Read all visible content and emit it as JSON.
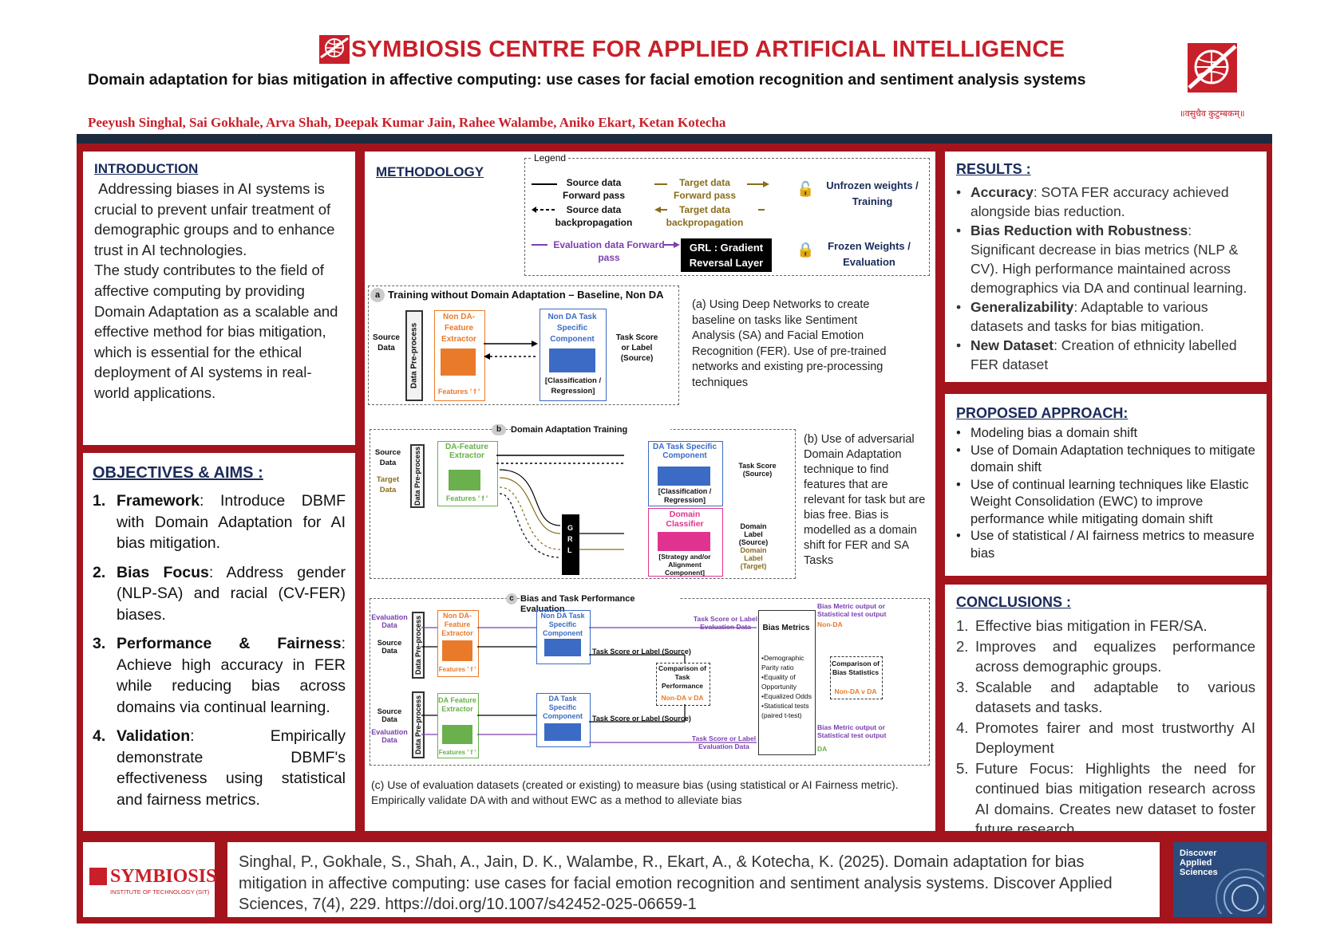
{
  "header": {
    "institute": "SYMBIOSIS CENTRE FOR APPLIED ARTIFICIAL INTELLIGENCE",
    "paper_title": "Domain adaptation for bias mitigation in affective computing: use cases for facial emotion recognition and sentiment analysis systems",
    "authors": "Peeyush Singhal, Sai Gokhale, Arva Shah, Deepak Kumar Jain, Rahee Walambe, Aniko Ekart, Ketan Kotecha",
    "logo_tagline": "॥वसुधैव कुटुम्बकम्॥"
  },
  "introduction": {
    "heading": "INTRODUCTION",
    "p1": " Addressing biases in AI systems is crucial to prevent unfair treatment of demographic groups and to enhance trust in AI technologies.",
    "p2": "The study contributes to the field of affective computing by providing Domain Adaptation as a scalable and effective method for bias mitigation, which is essential for the ethical deployment of AI systems in real-world applications."
  },
  "objectives": {
    "heading": "OBJECTIVES & AIMS :",
    "items": [
      {
        "num": "1.",
        "title": "Framework",
        "text": ": Introduce DBMF with Domain Adaptation for AI bias mitigation."
      },
      {
        "num": "2.",
        "title": "Bias Focus",
        "text": ": Address gender (NLP-SA) and racial (CV-FER) biases."
      },
      {
        "num": "3.",
        "title": "Performance & Fairness",
        "text": ": Achieve high accuracy in FER while reducing bias across domains via continual learning."
      },
      {
        "num": "4.",
        "title": "Validation",
        "text": ": Empirically demonstrate DBMF's effectiveness using statistical and fairness metrics."
      }
    ]
  },
  "methodology": {
    "heading": "METHODOLOGY",
    "legend": {
      "title": "Legend",
      "source_fwd": "Source data Forward pass",
      "source_back": "Source data backpropagation",
      "target_fwd": "Target data Forward pass",
      "target_back": "Target data backpropagation",
      "eval_fwd": "Evaluation data Forward pass",
      "grl": "GRL : Gradient Reversal Layer",
      "unfrozen": "Unfrozen weights / Training",
      "frozen": "Frozen Weights / Evaluation"
    },
    "a": {
      "badge": "a",
      "title": "Training without Domain Adaptation – Baseline, Non DA",
      "source": "Source Data",
      "preprocess": "Data Pre-process",
      "extractor": "Non DA-Feature Extractor",
      "features": "Features ' f '",
      "task_comp": "Non DA Task Specific Component",
      "task_sub": "[Classification / Regression]",
      "output": "Task Score or Label (Source)",
      "caption": "(a) Using Deep Networks to create baseline on tasks like Sentiment Analysis (SA) and Facial Emotion Recognition (FER). Use of pre-trained networks and existing pre-processing techniques"
    },
    "b": {
      "badge": "b",
      "title": "Domain Adaptation Training",
      "source": "Source Data",
      "target": "Target Data",
      "preprocess": "Data Pre-process",
      "extractor": "DA-Feature Extractor",
      "features": "Features ' f '",
      "task_comp": "DA Task Specific Component",
      "task_sub": "[Classification / Regression]",
      "task_out": "Task Score (Source)",
      "grl": "G R L",
      "dom_class": "Domain Classifier",
      "dom_sub": "[Strategy and/or Alignment Component]",
      "dom_src": "Domain Label (Source)",
      "dom_tgt": "Domain Label (Target)",
      "caption": "(b) Use of adversarial Domain Adaptation technique to find features that are relevant for task but are bias free. Bias is modelled as a domain shift for FER and SA Tasks"
    },
    "c": {
      "badge": "c",
      "title": "Bias and Task Performance Evaluation",
      "eval_data": "Evaluation Data",
      "source_data": "Source Data",
      "preprocess": "Data Pre-process",
      "nonda_ext": "Non DA-Feature Extractor",
      "da_ext": "DA Feature Extractor",
      "features": "Features ' f '",
      "nonda_task": "Non DA Task Specific Component",
      "da_task": "DA Task Specific Component",
      "task_score_src": "Task Score or Label (Source)",
      "task_score_eval": "Task Score or Label Evaluation Data",
      "comparison_task": "Comparison of Task Performance",
      "nonda_v_da": "Non-DA v DA",
      "bias_metrics": "Bias Metrics",
      "metrics_list": "•Demographic Parity ratio •Equality of Opportunity •Equalized Odds •Statistical tests (paired t-test)",
      "bias_out_nonda": "Bias Metric output or Statistical test output",
      "nonda": "Non-DA",
      "da": "DA",
      "comparison_bias": "Comparison of Bias Statistics",
      "caption": "(c) Use of evaluation datasets (created or existing) to measure bias (using statistical or AI Fairness metric). Empirically validate DA with and without EWC as a method to alleviate bias"
    }
  },
  "results": {
    "heading": "RESULTS :",
    "items": [
      {
        "title": "Accuracy",
        "text": ": SOTA FER accuracy achieved alongside bias reduction."
      },
      {
        "title": "Bias Reduction with Robustness",
        "text": ": Significant decrease in bias metrics (NLP & CV). High performance maintained across demographics via DA and continual learning."
      },
      {
        "title": "Generalizability",
        "text": ": Adaptable to various datasets and tasks for bias mitigation."
      },
      {
        "title": "New Dataset",
        "text": ": Creation of ethnicity labelled FER dataset"
      }
    ]
  },
  "approach": {
    "heading": "PROPOSED APPROACH:",
    "items": [
      "Modeling bias a domain shift",
      "Use of Domain Adaptation techniques to mitigate domain shift",
      "Use of continual learning techniques like Elastic Weight Consolidation (EWC) to improve performance while mitigating domain shift",
      "Use of statistical / AI fairness metrics to measure bias"
    ]
  },
  "conclusions": {
    "heading": "CONCLUSIONS :",
    "items": [
      {
        "num": "1.",
        "text": "Effective bias mitigation in FER/SA."
      },
      {
        "num": "2.",
        "text": "Improves and equalizes performance across demographic groups."
      },
      {
        "num": "3.",
        "text": "Scalable and adaptable to various datasets and tasks."
      },
      {
        "num": "4.",
        "text": "Promotes fairer and most trustworthy AI Deployment"
      },
      {
        "num": "5.",
        "text": "Future Focus: Highlights the need for continued bias mitigation research across AI domains. Creates new dataset to foster future research."
      }
    ]
  },
  "footer": {
    "logo_name": "SYMBIOSIS",
    "logo_sub": "INSTITUTE OF TECHNOLOGY (SIT)",
    "citation": "Singhal, P., Gokhale, S., Shah, A., Jain, D. K., Walambe, R., Ekart, A., & Kotecha, K. (2025). Domain adaptation for bias mitigation in affective computing: use cases for facial emotion recognition and sentiment analysis systems. Discover Applied Sciences, 7(4), 229. https://doi.org/10.1007/s42452-025-06659-1",
    "journal": "Discover Applied Sciences"
  },
  "colors": {
    "brand_red": "#c8202a",
    "frame_red": "#a4141c",
    "navy": "#1d2b3e",
    "orange": "#e97a2a",
    "blue": "#3b6bc4",
    "green": "#6ab04c",
    "pink": "#e0338f",
    "purple": "#7a3fb0",
    "olive": "#8a6d1a"
  }
}
